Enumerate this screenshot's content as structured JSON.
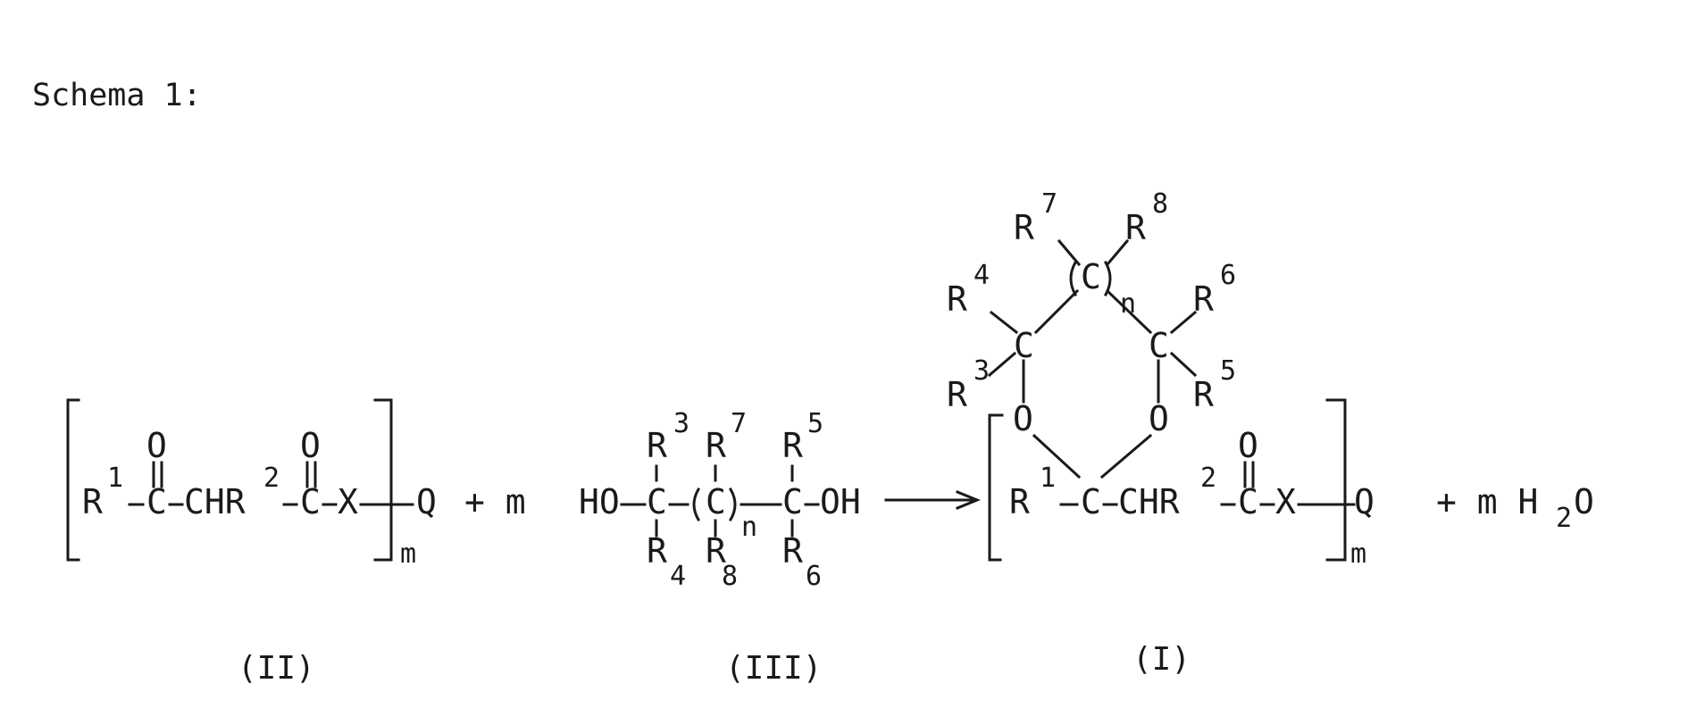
{
  "title": "Schema 1:",
  "compound_II": {
    "label": "(II)",
    "r1": "R",
    "r1_sup": "1",
    "carbonyl_o1": "O",
    "c1": "C",
    "chr": "CHR",
    "r2_sup": "2",
    "carbonyl_o2": "O",
    "c2": "C",
    "x": "X",
    "q": "Q",
    "m": "m"
  },
  "plus_m": "+ m",
  "compound_III": {
    "label": "(III)",
    "ho": "HO",
    "c_left": "C",
    "c_mid": "C",
    "c_right": "C",
    "oh": "OH",
    "r3": "R",
    "r3_sup": "3",
    "r4": "R",
    "r4_sub": "4",
    "r7": "R",
    "r7_sup": "7",
    "r8": "R",
    "r8_sub": "8",
    "r5": "R",
    "r5_sup": "5",
    "r6": "R",
    "r6_sub": "6",
    "n": "n"
  },
  "compound_I": {
    "label": "(I)",
    "r7": "R",
    "r7_sup": "7",
    "r8": "R",
    "r8_sup": "8",
    "c_top": "C",
    "n": "n",
    "r4": "R",
    "r4_sup": "4",
    "r6": "R",
    "r6_sup": "6",
    "c_left": "C",
    "c_right": "C",
    "r3": "R",
    "r3_sup": "3",
    "r5": "R",
    "r5_sup": "5",
    "o_left": "O",
    "o_right": "O",
    "r1": "R",
    "r1_sup": "1",
    "c1": "C",
    "chr": "CHR",
    "r2_sup": "2",
    "carbonyl_o": "O",
    "c2": "C",
    "x": "X",
    "q": "Q",
    "m": "m"
  },
  "water": {
    "prefix": "+ m H",
    "sub": "2",
    "o": "O"
  }
}
